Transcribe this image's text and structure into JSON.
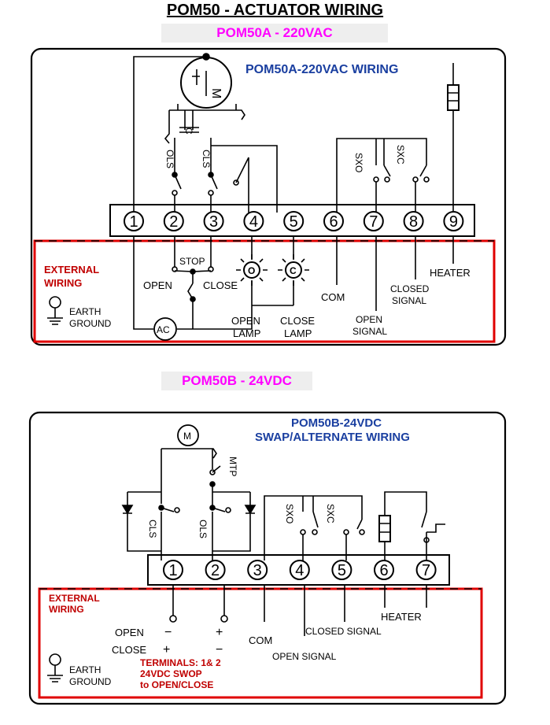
{
  "title": "POM50 - ACTUATOR WIRING",
  "section_a": {
    "subtitle": "POM50A - 220VAC",
    "heading": "POM50A-220VAC WIRING",
    "terminals": [
      "1",
      "2",
      "3",
      "4",
      "5",
      "6",
      "7",
      "8",
      "9"
    ],
    "switches": {
      "ols": "OLS",
      "cls": "CLS",
      "sxo": "SXO",
      "sxc": "SXC",
      "cap": "C",
      "motor": "M"
    },
    "external_label": [
      "EXTERNAL",
      "WIRING"
    ],
    "earth": [
      "EARTH",
      "GROUND"
    ],
    "labels": {
      "stop": "STOP",
      "open": "OPEN",
      "close": "CLOSE",
      "open_lamp": [
        "OPEN",
        "LAMP"
      ],
      "close_lamp": [
        "CLOSE",
        "LAMP"
      ],
      "com": "COM",
      "open_signal": [
        "OPEN",
        "SIGNAL"
      ],
      "closed_signal": [
        "CLOSED",
        "SIGNAL"
      ],
      "heater": "HEATER",
      "ac": "AC",
      "lamp_o": "O",
      "lamp_c": "C"
    }
  },
  "section_b": {
    "subtitle": "POM50B - 24VDC",
    "heading": [
      "POM50B-24VDC",
      "SWAP/ALTERNATE WIRING"
    ],
    "terminals": [
      "1",
      "2",
      "3",
      "4",
      "5",
      "6",
      "7"
    ],
    "switches": {
      "cls": "CLS",
      "ols": "OLS",
      "sxo": "SXO",
      "sxc": "SXC",
      "mtp": "MTP",
      "motor": "M"
    },
    "external_label": [
      "EXTERNAL",
      "WIRING"
    ],
    "earth": [
      "EARTH",
      "GROUND"
    ],
    "labels": {
      "open": "OPEN",
      "close": "CLOSE",
      "minus": "−",
      "plus": "+",
      "com": "COM",
      "heater": "HEATER",
      "closed_signal": "CLOSED SIGNAL",
      "open_signal": "OPEN SIGNAL",
      "note": [
        "TERMINALS: 1& 2",
        "24VDC SWOP",
        "to OPEN/CLOSE"
      ]
    }
  },
  "colors": {
    "heading": "#1a3fa0",
    "external_box": "#e00000",
    "external_text": "#c00000",
    "subtitle": "#ff00ff"
  }
}
